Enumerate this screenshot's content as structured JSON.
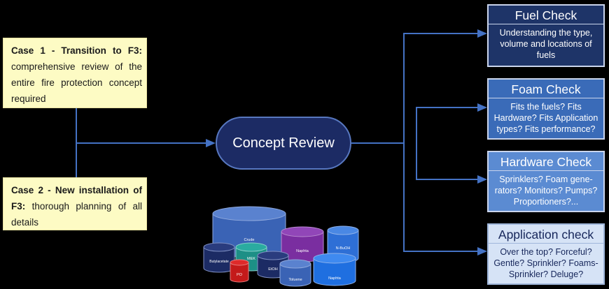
{
  "case1": {
    "title": "Case 1 - Transition to F3:",
    "text": "comprehensive review of the entire fire protection concept required"
  },
  "case2": {
    "title": "Case 2 - New installation of F3:",
    "text": "thorough planning of all details"
  },
  "center": {
    "label": "Concept Review"
  },
  "checks": [
    {
      "title": "Fuel Check",
      "text": "Understanding the type, volume and locations of fuels"
    },
    {
      "title": "Foam Check",
      "text": "Fits the fuels? Fits Hardware? Fits Application types? Fits performance?"
    },
    {
      "title": "Hardware Check",
      "text": "Sprinklers? Foam gene-rators? Monitors? Pumps? Proportioners?..."
    },
    {
      "title": "Application check",
      "text": "Over the top? Forceful? Gentle? Sprinkler? Foams-Sprinkler? Deluge?"
    }
  ],
  "tanks": [
    "Crude",
    "Naphta",
    "N-BuOH",
    "Butylacetate",
    "MEK",
    "EtOH",
    "PO",
    "Toluene",
    "Naphta"
  ],
  "colors": {
    "line": "#4472c4",
    "pill": "#1c2b64",
    "case_bg": "#fdfbc4"
  }
}
